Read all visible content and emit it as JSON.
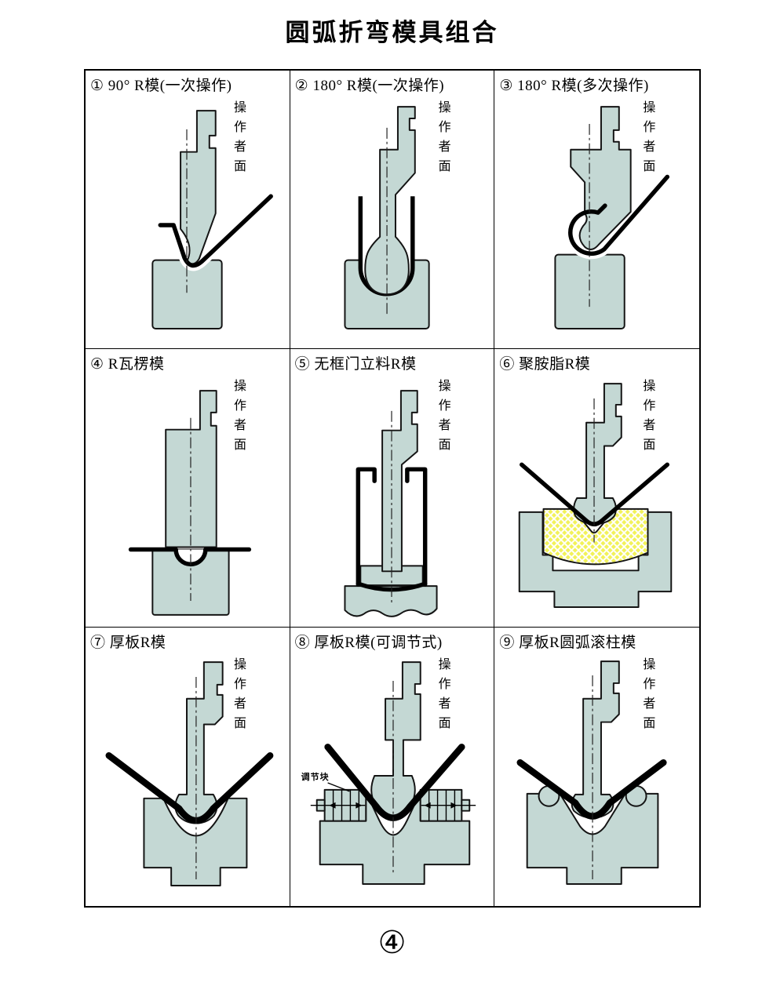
{
  "page": {
    "title": "圆弧折弯模具组合",
    "page_number": "④"
  },
  "common": {
    "operator_face": "操作者面"
  },
  "cells": [
    {
      "title": "① 90° R模(一次操作)"
    },
    {
      "title": "② 180° R模(一次操作)"
    },
    {
      "title": "③ 180° R模(多次操作)"
    },
    {
      "title": "④ R瓦楞模"
    },
    {
      "title": "⑤ 无框门立料R模"
    },
    {
      "title": "⑥ 聚胺脂R模"
    },
    {
      "title": "⑦ 厚板R模"
    },
    {
      "title": "⑧ 厚板R模(可调节式)"
    },
    {
      "title": "⑨ 厚板R圆弧滚柱模"
    }
  ],
  "annotations": {
    "adjust_block": "调节块"
  },
  "colors": {
    "die_fill": "#c4d8d4",
    "outline": "#141414",
    "workpiece": "#000000",
    "polyurethane_pad": "#f2f258"
  }
}
